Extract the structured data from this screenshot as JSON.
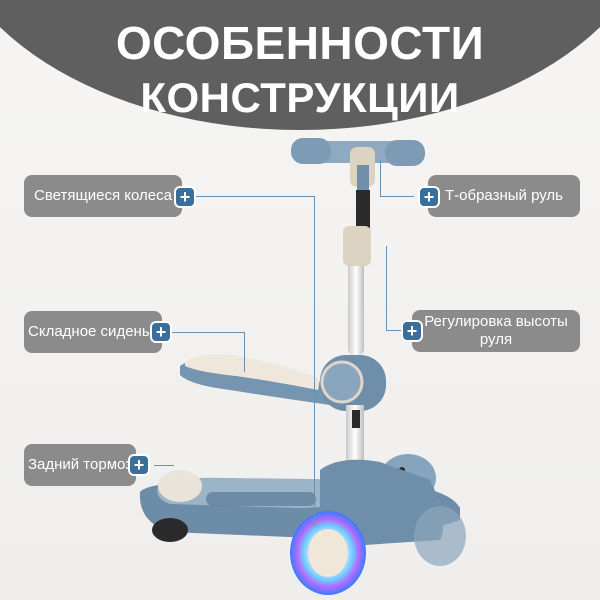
{
  "title": {
    "line1": "ОСОБЕННОСТИ",
    "line2": "КОНСТРУКЦИИ"
  },
  "features": {
    "lights": "Светящиеся колеса",
    "tbar": "Т-образный руль",
    "seat": "Складное сиденье",
    "height": "Регулировка высоты руля",
    "brake": "Задний тормоз"
  },
  "plus_symbol": "+",
  "colors": {
    "banner": "#5f5f5f",
    "label_bg": "#8b8b8b",
    "accent": "#3a6f9b",
    "scooter_blue": "#6f8faa"
  }
}
